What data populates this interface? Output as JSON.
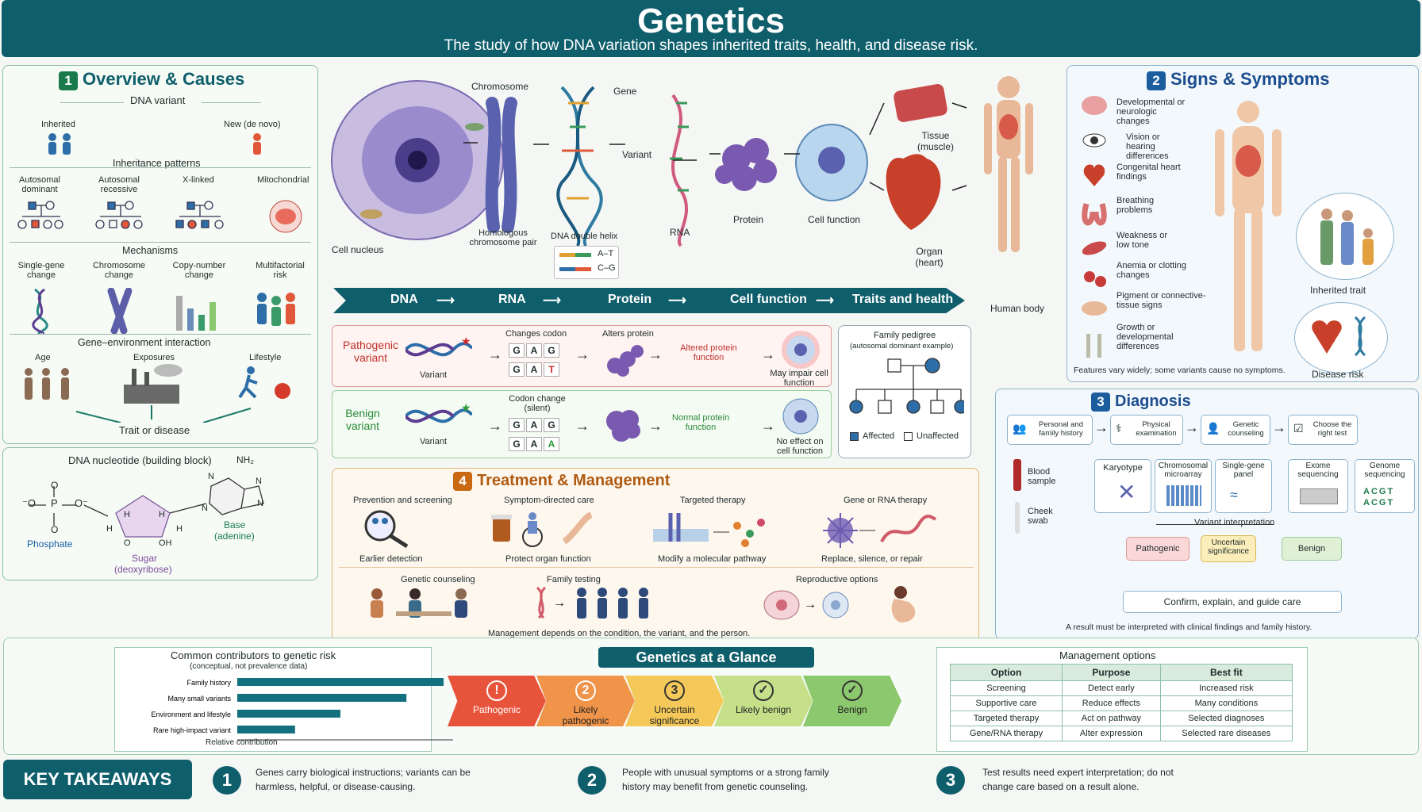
{
  "header": {
    "title": "Genetics",
    "subtitle": "The study of how DNA variation shapes inherited traits, health, and disease risk."
  },
  "overview": {
    "num": "1",
    "title": "Overview & Causes",
    "dna_variant": "DNA variant",
    "inherited": "Inherited",
    "de_novo": "New (de novo)",
    "inheritance_patterns": "Inheritance patterns",
    "patterns": [
      "Autosomal dominant",
      "Autosomal recessive",
      "X-linked",
      "Mitochondrial"
    ],
    "mechanisms": "Mechanisms",
    "mech_items": [
      "Single-gene change",
      "Chromosome change",
      "Copy-number change",
      "Multifactorial risk"
    ],
    "gxe": "Gene–environment interaction",
    "age": "Age",
    "exposures": "Exposures",
    "lifestyle": "Lifestyle",
    "trait": "Trait or disease"
  },
  "nucleotide": {
    "title": "DNA nucleotide (building block)",
    "phosphate": "Phosphate",
    "sugar": "Sugar",
    "sugar2": "(deoxyribose)",
    "base": "Base",
    "base2": "(adenine)",
    "nh2": "NH₂",
    "n": "N",
    "o": "O",
    "oh": "OH",
    "h": "H",
    "p": "P",
    "om": "⁻O",
    "om2": "O⁻"
  },
  "flow": {
    "chromosome": "Chromosome",
    "gene": "Gene",
    "variant": "Variant",
    "cell_nucleus": "Cell nucleus",
    "homologous": "Homologous chromosome pair",
    "dna_helix": "DNA double helix",
    "at": "A–T",
    "cg": "C–G",
    "rna": "RNA",
    "protein": "Protein",
    "cell_function": "Cell function",
    "tissue": "Tissue (muscle)",
    "organ": "Organ (heart)",
    "human_body": "Human body",
    "bar": [
      "DNA",
      "RNA",
      "Protein",
      "Cell function",
      "Traits and health"
    ]
  },
  "variants": {
    "pathogenic": "Pathogenic variant",
    "benign": "Benign variant",
    "variant": "Variant",
    "changes_codon": "Changes codon",
    "alters_protein": "Alters protein",
    "altered_fn": "Altered protein function",
    "may_impair": "May impair cell function",
    "codon_change": "Codon change (silent)",
    "normal_fn": "Normal protein function",
    "no_effect": "No effect on cell function",
    "codon_top": [
      "G",
      "A",
      "G"
    ],
    "codon_bot_p": [
      "G",
      "A",
      "T"
    ],
    "codon_bot_b": [
      "G",
      "A",
      "A"
    ]
  },
  "pedigree": {
    "title": "Family pedigree",
    "sub": "(autosomal dominant example)",
    "affected": "Affected",
    "unaffected": "Unaffected"
  },
  "signs": {
    "num": "2",
    "title": "Signs & Symptoms",
    "items": [
      "Developmental or neurologic changes",
      "Vision or hearing differences",
      "Congenital heart findings",
      "Breathing problems",
      "Weakness or low tone",
      "Anemia or clotting changes",
      "Pigment or connective-tissue signs",
      "Growth or developmental differences"
    ],
    "inherited_trait": "Inherited trait",
    "disease_risk": "Disease risk",
    "note": "Features vary widely; some variants cause no symptoms."
  },
  "diagnosis": {
    "num": "3",
    "title": "Diagnosis",
    "steps": [
      "Personal and family history",
      "Physical examination",
      "Genetic counseling",
      "Choose the right test"
    ],
    "blood": "Blood sample",
    "cheek": "Cheek swab",
    "tests": [
      "Karyotype",
      "Chromosomal microarray",
      "Single-gene panel",
      "Exome sequencing",
      "Genome sequencing"
    ],
    "interp": "Variant interpretation",
    "results": [
      "Pathogenic",
      "Uncertain significance",
      "Benign"
    ],
    "confirm": "Confirm, explain, and guide care",
    "note": "A result must be interpreted with clinical findings and family history.",
    "seq": "ACGT"
  },
  "treatment": {
    "num": "4",
    "title": "Treatment & Management",
    "prev": "Prevention and screening",
    "early": "Earlier detection",
    "symptom": "Symptom-directed care",
    "protect": "Protect organ function",
    "targeted": "Targeted therapy",
    "modify": "Modify a molecular pathway",
    "genetx": "Gene or RNA therapy",
    "replace": "Replace, silence, or repair",
    "counsel": "Genetic counseling",
    "family": "Family testing",
    "repro": "Reproductive options",
    "note": "Management depends on the condition, the variant, and the person."
  },
  "contrib": {
    "title": "Common contributors to genetic risk",
    "sub": "(conceptual, not prevalence data)",
    "xlabel": "Relative contribution"
  },
  "chart_data": {
    "type": "bar",
    "title": "Common contributors to genetic risk",
    "subtitle": "(conceptual, not prevalence data)",
    "xlabel": "Relative contribution",
    "ylabel": "",
    "categories": [
      "Family history",
      "Many small variants",
      "Environment and lifestyle",
      "Rare high-impact variant"
    ],
    "values": [
      100,
      82,
      50,
      28
    ]
  },
  "glance": {
    "title": "Genetics at a Glance",
    "items": [
      {
        "label": "Pathogenic",
        "icon": "!",
        "color": "#e8533c"
      },
      {
        "label": "Likely pathogenic",
        "icon": "2",
        "color": "#f0944a"
      },
      {
        "label": "Uncertain significance",
        "icon": "3",
        "color": "#f4c95a"
      },
      {
        "label": "Likely benign",
        "icon": "✓",
        "color": "#c6e08a"
      },
      {
        "label": "Benign",
        "icon": "✓",
        "color": "#8cc86e"
      }
    ]
  },
  "mgmt": {
    "title": "Management options",
    "headers": [
      "Option",
      "Purpose",
      "Best fit"
    ],
    "rows": [
      [
        "Screening",
        "Detect early",
        "Increased risk"
      ],
      [
        "Supportive care",
        "Reduce effects",
        "Many conditions"
      ],
      [
        "Targeted therapy",
        "Act on pathway",
        "Selected diagnoses"
      ],
      [
        "Gene/RNA therapy",
        "Alter expression",
        "Selected rare diseases"
      ]
    ]
  },
  "takeaways": {
    "title": "KEY TAKEAWAYS",
    "items": [
      {
        "n": "1",
        "l1": "Genes carry biological instructions; variants can be",
        "l2": "harmless, helpful, or disease-causing."
      },
      {
        "n": "2",
        "l1": "People with unusual symptoms or a strong family",
        "l2": "history may benefit from genetic counseling."
      },
      {
        "n": "3",
        "l1": "Test results need expert interpretation; do not",
        "l2": "change care based on a result alone."
      }
    ]
  }
}
